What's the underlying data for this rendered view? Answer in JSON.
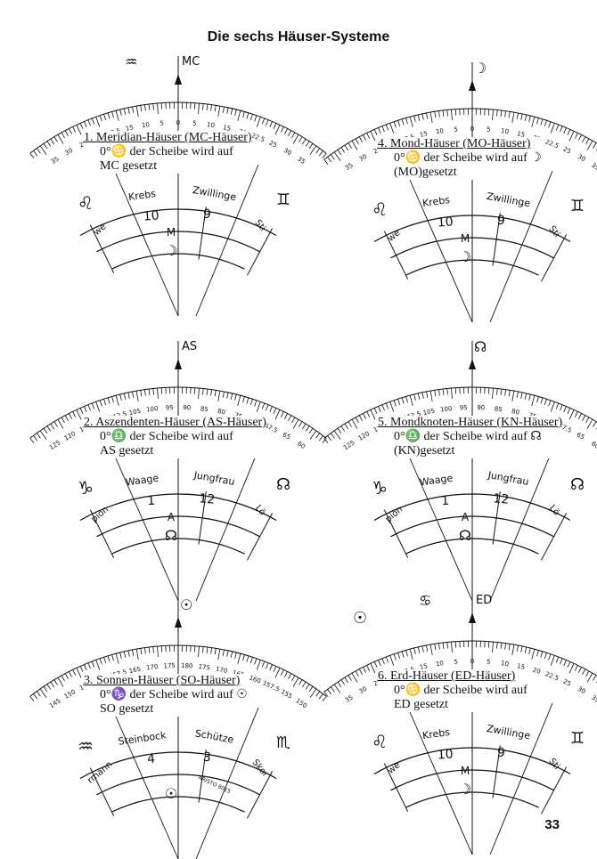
{
  "page": {
    "title": "Die sechs Häuser-Systeme",
    "number": "33"
  },
  "panels": [
    {
      "id": "mc",
      "top_label": "MC",
      "top_symbol": "♒",
      "scale_labels": [
        "35",
        "30",
        "25",
        "20",
        "22.5",
        "15",
        "10",
        "5",
        "0",
        "5",
        "10",
        "15",
        "20",
        "22.5",
        "25",
        "30",
        "35"
      ],
      "caption_head": "1. Meridian-Häuser (MC-Häuser)",
      "caption_lines": [
        "0°♋ der Scheibe wird auf",
        "MC gesetzt"
      ],
      "sign_left": "Krebs",
      "sign_right": "Zwillinge",
      "house_left": "10",
      "house_right": "9",
      "center_letter": "M",
      "center_symbol": "☽",
      "side_left_symbol": "♌",
      "side_right_symbol": "♊",
      "edge_left_text": "we",
      "edge_right_text": "Sti"
    },
    {
      "id": "mo",
      "top_label": "",
      "top_symbol": "☽",
      "scale_labels": [
        "35",
        "30",
        "25",
        "20",
        "22.5",
        "15",
        "10",
        "5",
        "0",
        "5",
        "10",
        "15",
        "20",
        "22.5",
        "25",
        "30",
        "35"
      ],
      "caption_head": "4. Mond-Häuser (MO-Häuser)",
      "caption_lines": [
        "0°♋ der Scheibe wird auf ☽",
        "(MO)gesetzt"
      ],
      "sign_left": "Krebs",
      "sign_right": "Zwillinge",
      "house_left": "10",
      "house_right": "9",
      "center_letter": "M",
      "center_symbol": "☽",
      "side_left_symbol": "♌",
      "side_right_symbol": "♊",
      "edge_left_text": "we",
      "edge_right_text": "Sti"
    },
    {
      "id": "as",
      "top_label": "AS",
      "top_symbol": "",
      "scale_labels": [
        "125",
        "120",
        "115",
        "110",
        "112.5",
        "105",
        "100",
        "95",
        "90",
        "85",
        "80",
        "75",
        "70",
        "67.5",
        "65",
        "60"
      ],
      "caption_head": "2. Aszendenten-Häuser (AS-Häuser)",
      "caption_lines": [
        "0°♎ der Scheibe wird auf",
        "AS gesetzt"
      ],
      "sign_left": "Waage",
      "sign_right": "Jungfrau",
      "house_left": "1",
      "house_right": "12",
      "center_letter": "A",
      "center_symbol": "☊",
      "side_left_symbol": "♑",
      "side_right_symbol": "☊",
      "edge_left_text": "pion",
      "edge_right_text": "Lö"
    },
    {
      "id": "kn",
      "top_label": "",
      "top_symbol": "☊",
      "scale_labels": [
        "125",
        "120",
        "115",
        "110",
        "112.5",
        "105",
        "100",
        "95",
        "90",
        "85",
        "80",
        "75",
        "70",
        "67.5",
        "65",
        "60"
      ],
      "caption_head": "5. Mondknoten-Häuser (KN-Häuser)",
      "caption_lines": [
        "0°♎ der Scheibe wird auf ☊",
        "(KN)gesetzt"
      ],
      "sign_left": "Waage",
      "sign_right": "Jungfrau",
      "house_left": "1",
      "house_right": "12",
      "center_letter": "A",
      "center_symbol": "☊",
      "side_left_symbol": "♑",
      "side_right_symbol": "☊",
      "edge_left_text": "pion",
      "edge_right_text": "Lö"
    },
    {
      "id": "so",
      "top_label": "",
      "top_symbol": "☉",
      "scale_labels": [
        "145",
        "150",
        "155",
        "160",
        "157.5",
        "165",
        "170",
        "175",
        "180",
        "175",
        "170",
        "165",
        "160",
        "157.5",
        "155",
        "150"
      ],
      "caption_head": "3. Sonnen-Häuser (SO-Häuser)",
      "caption_lines": [
        "0°♑ der Scheibe wird auf ☉",
        "SO gesetzt"
      ],
      "sign_left": "Steinbock",
      "sign_right": "Schütze",
      "house_left": "4",
      "house_right": "3",
      "center_letter": "",
      "center_symbol": "☉",
      "side_left_symbol": "♒",
      "side_right_symbol": "♏",
      "edge_left_text": "rmann",
      "edge_right_text": "Skor",
      "brand": "ARISTO 8015"
    },
    {
      "id": "ed",
      "top_label": "ED",
      "top_symbol": "♋",
      "scale_labels": [
        "35",
        "30",
        "25",
        "20",
        "22.5",
        "15",
        "10",
        "5",
        "0",
        "5",
        "10",
        "15",
        "20",
        "22.5",
        "25",
        "30",
        "35"
      ],
      "caption_head": "6. Erd-Häuser (ED-Häuser)",
      "caption_lines": [
        "0°♋ der Scheibe wird auf",
        "ED gesetzt"
      ],
      "sign_left": "Krebs",
      "sign_right": "Zwillinge",
      "house_left": "10",
      "house_right": "9",
      "center_letter": "M",
      "center_symbol": "☽",
      "side_left_symbol": "♌",
      "side_right_symbol": "♊",
      "edge_left_text": "we",
      "edge_right_text": "Sti",
      "extra_symbol": "☉"
    }
  ]
}
